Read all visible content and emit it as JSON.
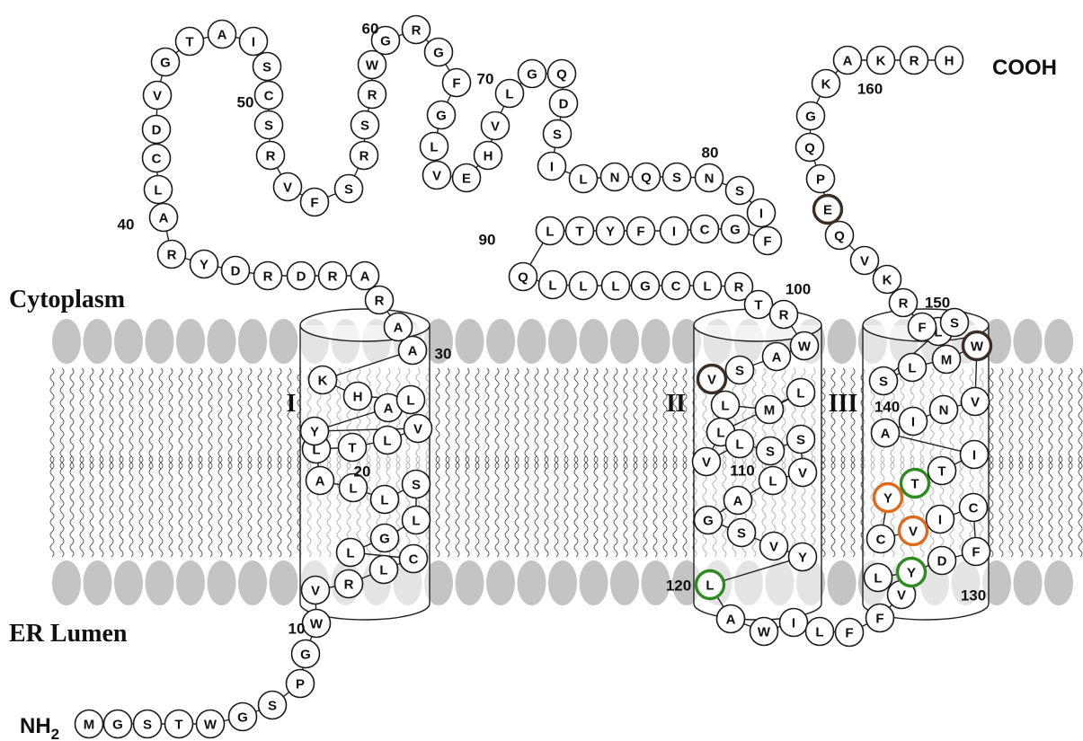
{
  "labels": {
    "cytoplasm": "Cytoplasm",
    "er_lumen": "ER Lumen",
    "n_terminus": "NH",
    "n_terminus_sub": "2",
    "c_terminus": "COOH"
  },
  "helix_labels": [
    "I",
    "II",
    "III"
  ],
  "residue_numbers": [
    "10",
    "20",
    "30",
    "40",
    "50",
    "60",
    "70",
    "80",
    "90",
    "100",
    "110",
    "120",
    "130",
    "140",
    "150",
    "160"
  ],
  "highlight_colors": {
    "dark": "#3a2e24",
    "green": "#2f8a22",
    "orange": "#e06a1c"
  },
  "sequence": [
    "M",
    "G",
    "S",
    "T",
    "W",
    "G",
    "S",
    "P",
    "G",
    "W",
    "V",
    "R",
    "L",
    "C",
    "L",
    "G",
    "L",
    "S",
    "L",
    "L",
    "A",
    "L",
    "T",
    "L",
    "V",
    "Y",
    "A",
    "L",
    "H",
    "K",
    "A",
    "A",
    "R",
    "A",
    "R",
    "D",
    "R",
    "D",
    "Y",
    "R",
    "A",
    "L",
    "C",
    "D",
    "V",
    "G",
    "T",
    "A",
    "I",
    "S",
    "C",
    "S",
    "R",
    "V",
    "F",
    "S",
    "R",
    "S",
    "R",
    "W",
    "G",
    "R",
    "G",
    "F",
    "G",
    "L",
    "V",
    "E",
    "H",
    "V",
    "L",
    "G",
    "Q",
    "D",
    "S",
    "I",
    "L",
    "N",
    "Q",
    "S",
    "N",
    "S",
    "I",
    "F",
    "G",
    "C",
    "I",
    "F",
    "Y",
    "T",
    "L",
    "Q",
    "L",
    "L",
    "L",
    "G",
    "C",
    "L",
    "R",
    "T",
    "R",
    "W",
    "A",
    "S",
    "V",
    "L",
    "M",
    "L",
    "L",
    "V",
    "L",
    "S",
    "S",
    "V",
    "L",
    "A",
    "G",
    "S",
    "V",
    "Y",
    "L",
    "A",
    "W",
    "I",
    "L",
    "F",
    "F",
    "V",
    "L",
    "Y",
    "D",
    "F",
    "C",
    "I",
    "V",
    "C",
    "Y",
    "T",
    "T",
    "I",
    "A",
    "I",
    "N",
    "V",
    "W",
    "M",
    "L",
    "S",
    "L",
    "S",
    "F",
    "R",
    "K",
    "V",
    "Q",
    "E",
    "P",
    "Q",
    "G",
    "K",
    "A",
    "K",
    "R",
    "H"
  ],
  "highlights": [
    {
      "index": 104,
      "color": "dark"
    },
    {
      "index": 120,
      "color": "green"
    },
    {
      "index": 129,
      "color": "green"
    },
    {
      "index": 134,
      "color": "orange"
    },
    {
      "index": 136,
      "color": "orange"
    },
    {
      "index": 137,
      "color": "green"
    },
    {
      "index": 144,
      "color": "dark"
    },
    {
      "index": 155,
      "color": "dark"
    }
  ]
}
